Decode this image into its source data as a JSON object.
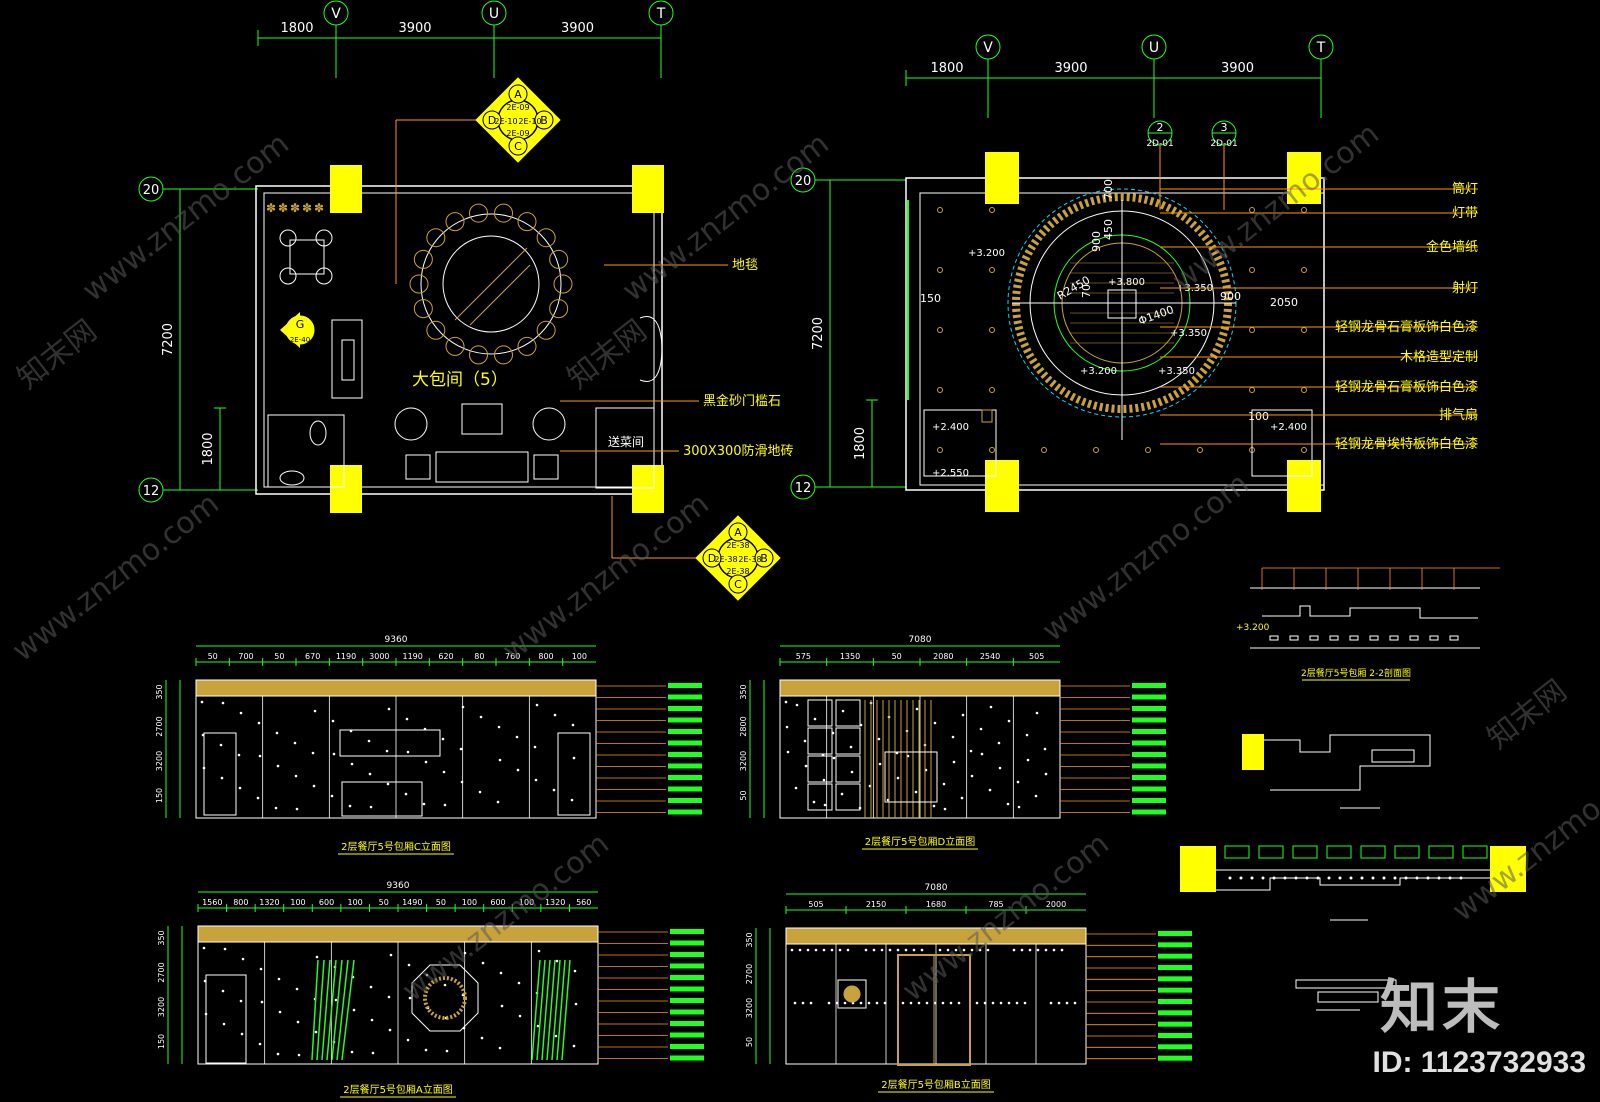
{
  "colors": {
    "green": "#20ff20",
    "yellow": "#ffff00",
    "white": "#ffffff",
    "gold": "#c8a23a",
    "cyan": "#00d8ff",
    "orange": "#ff9a00",
    "bg": "#000000"
  },
  "plan": {
    "room_title": "大包间（5）",
    "axes": [
      "V",
      "U",
      "T"
    ],
    "dims_top": [
      "1800",
      "3900",
      "3900"
    ],
    "dim_height": "7200",
    "dim_small": "1800",
    "rows": [
      "20",
      "12"
    ],
    "labels": [
      "地毯",
      "黑金砂门槛石",
      "300X300防滑地砖"
    ],
    "service_room": "送菜间",
    "index_sym_top": {
      "A": "A",
      "B": "B",
      "C": "C",
      "D": "D",
      "codes": [
        "2E-09",
        "2E-10",
        "2E-09",
        "2E-10"
      ]
    },
    "index_sym_bottom": {
      "A": "A",
      "B": "B",
      "C": "C",
      "D": "D",
      "codes": [
        "2E-38",
        "2E-38",
        "2E-38",
        "2E-38"
      ]
    },
    "g_sym": {
      "letter": "G",
      "code": "2E-40"
    }
  },
  "ceiling": {
    "axes": [
      "V",
      "U",
      "T"
    ],
    "dims_top": [
      "1800",
      "3900",
      "3900"
    ],
    "dim_height": "7200",
    "dim_small": "1800",
    "rows": [
      "20",
      "12"
    ],
    "section_marks": [
      {
        "num": "2",
        "code": "2D-01"
      },
      {
        "num": "3",
        "code": "2D-01"
      }
    ],
    "levels": [
      "+3.200",
      "+3.800",
      "+3.350",
      "+3.200",
      "+3.350",
      "+3.350",
      "+2.400",
      "+2.400",
      "+2.550"
    ],
    "dims": [
      "700",
      "450",
      "900",
      "150",
      "R2450",
      "70",
      "Φ1400",
      "2050",
      "900",
      "100"
    ],
    "legend": [
      "筒灯",
      "灯带",
      "金色墙纸",
      "射灯",
      "轻钢龙骨石膏板饰白色漆",
      "木格造型定制",
      "轻钢龙骨石膏板饰白色漆",
      "排气扇",
      "轻钢龙骨埃特板饰白色漆"
    ]
  },
  "elevations": [
    {
      "title": "2层餐厅5号包厢C立面图",
      "total": "9360",
      "dims": [
        "50",
        "700",
        "50",
        "670",
        "1190",
        "3000",
        "1190",
        "620",
        "80",
        "760",
        "800",
        "100"
      ],
      "heights": [
        "350",
        "2700",
        "3200",
        "150"
      ]
    },
    {
      "title": "2层餐厅5号包厢D立面图",
      "total": "7080",
      "dims": [
        "575",
        "1350",
        "50",
        "2080",
        "2540",
        "505"
      ],
      "heights": [
        "350",
        "2800",
        "3200",
        "50"
      ]
    },
    {
      "title": "2层餐厅5号包厢A立面图",
      "total": "9360",
      "dims": [
        "1560",
        "800",
        "1320",
        "100",
        "600",
        "100",
        "50",
        "1490",
        "50",
        "100",
        "600",
        "100",
        "1320",
        "560"
      ],
      "heights": [
        "350",
        "2700",
        "3200",
        "150"
      ]
    },
    {
      "title": "2层餐厅5号包厢B立面图",
      "total": "7080",
      "dims": [
        "505",
        "2150",
        "1680",
        "785",
        "2000"
      ],
      "heights": [
        "350",
        "2700",
        "3200",
        "50"
      ]
    }
  ],
  "details": {
    "section_title": "2层餐厅5号包厢 2-2剖面图",
    "level": "+3.200"
  },
  "watermark": {
    "site": "www.znzmo.com",
    "brand": "知末网"
  },
  "logo": "知末",
  "image_id": "ID: 1123732933"
}
